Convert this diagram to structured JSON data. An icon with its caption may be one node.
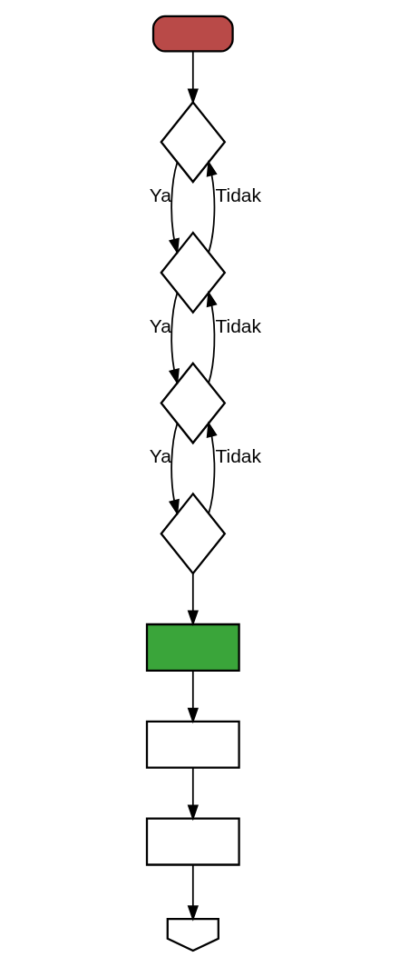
{
  "diagram": {
    "nodes": [
      {
        "text": [],
        "shape": "terminator"
      },
      {
        "text": [],
        "shape": "diamond"
      },
      {
        "text": [],
        "shape": "diamond"
      },
      {
        "text": [],
        "shape": "diamond"
      },
      {
        "text": [],
        "shape": "diamond"
      },
      {
        "text": [],
        "shape": "box"
      },
      {
        "text": [],
        "shape": "box"
      },
      {
        "text": [],
        "shape": "box"
      },
      {
        "text": [],
        "shape": "pentagon"
      }
    ],
    "edges": [
      {
        "from": 0,
        "to": 1,
        "arrow": "to"
      },
      {
        "from": 2,
        "to": 1,
        "arrow": "to",
        "label": "Tidak"
      },
      {
        "from": 1,
        "to": 2,
        "arrow": "to",
        "label": "Ya"
      },
      {
        "from": 3,
        "to": 2,
        "arrow": "to",
        "label": "Tidak"
      },
      {
        "from": 2,
        "to": 3,
        "arrow": "to",
        "label": "Ya"
      },
      {
        "from": 4,
        "to": 3,
        "arrow": "to",
        "label": "Tidak"
      },
      {
        "from": 3,
        "to": 4,
        "arrow": "to",
        "label": "Ya"
      },
      {
        "from": 4,
        "to": 5,
        "arrow": "to"
      },
      {
        "from": 5,
        "to": 6,
        "arrow": "to"
      },
      {
        "from": 6,
        "to": 7,
        "arrow": "to"
      },
      {
        "from": 7,
        "to": 8,
        "arrow": "to"
      }
    ]
  }
}
